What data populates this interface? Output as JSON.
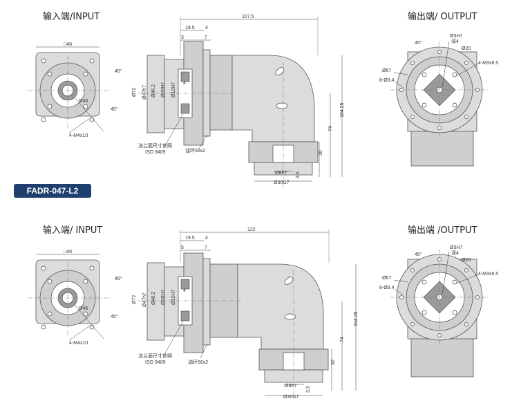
{
  "panels": [
    {
      "input_title": "输入端/INPUT",
      "output_title": "输出端/ OUTPUT",
      "input_dims": {
        "square": "□48",
        "bolt": "4-M4x10",
        "pcd": "Ø46",
        "angle1": "45°",
        "angle2": "45°"
      },
      "side_dims": {
        "length": "107.5",
        "d1": "19.5",
        "d2": "4",
        "d3": "3",
        "d4": "7",
        "dia72": "Ø72",
        "dia47": "Ø47h7",
        "dia46": "Ø46.2",
        "dia28": "Ø28H7",
        "dia12": "Ø12H7",
        "v4": "4",
        "h104": "104.25",
        "h74": "74",
        "h30": "30",
        "h35": "3.5",
        "dia8": "Ø8F7",
        "dia30": "Ø30G7",
        "note1": "法兰面尺寸依照",
        "note2": "ISO 9409",
        "oil": "油环56x2"
      },
      "output_dims": {
        "angle": "45°",
        "d3": "Ø3H7",
        "d3b": "深4",
        "d20": "Ø20",
        "d67": "Ø67",
        "m3": "4-M3x6.5",
        "holes": "8-Ø3.4"
      }
    },
    {
      "input_title": "输入端/ INPUT",
      "output_title": "输出端 /OUTPUT",
      "input_dims": {
        "square": "□48",
        "bolt": "4-M4x10",
        "pcd": "Ø46",
        "angle1": "45°",
        "angle2": "45°"
      },
      "side_dims": {
        "length": "122",
        "d1": "19.5",
        "d2": "4",
        "d3": "5",
        "d4": "7",
        "dia72": "Ø72",
        "dia47": "Ø47h7",
        "dia46": "Ø46.2",
        "dia28": "Ø28H7",
        "dia12": "Ø12H7",
        "v4": "4",
        "h104": "104.25",
        "h74": "74",
        "h30": "30",
        "h35": "3.5",
        "dia8": "Ø8F7",
        "dia30": "Ø30G7",
        "note1": "法兰面尺寸依照",
        "note2": "ISO 9409",
        "oil": "油环56x2"
      },
      "output_dims": {
        "angle": "45°",
        "d3": "Ø3H7",
        "d3b": "深4",
        "d20": "Ø20",
        "d67": "Ø67",
        "m3": "4-M3x6.5",
        "holes": "8-Ø3.4"
      }
    }
  ],
  "model_label": "FADR-047-L2",
  "colors": {
    "badge": "#1f3f6f",
    "body_fill": "#dcdcdc",
    "line": "#555555"
  }
}
